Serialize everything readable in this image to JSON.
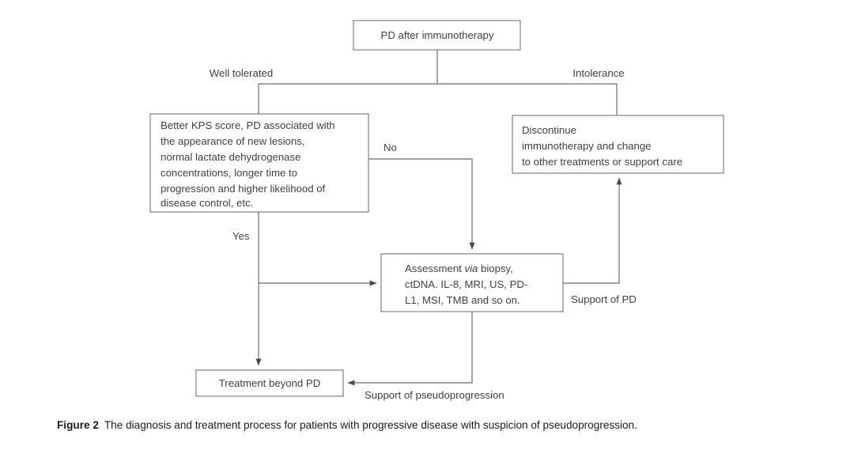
{
  "figure": {
    "caption_label": "Figure 2",
    "caption_text": "The diagnosis and treatment process for patients with progressive disease with suspicion of pseudoprogression.",
    "line_color": "#6b6b6b",
    "box_border_color": "#808080",
    "text_color": "#404040",
    "background": "#ffffff"
  },
  "diagram": {
    "type": "flowchart",
    "nodes": {
      "root": {
        "id": "pd-after-immunotherapy",
        "label": "PD after immunotherapy",
        "lines": [
          "PD after immunotherapy"
        ]
      },
      "criteria": {
        "id": "criteria-box",
        "lines": [
          "Better KPS score, PD associated with",
          "the appearance of new lesions,",
          "normal lactate dehydrogenase",
          "concentrations, longer time to",
          "progression and higher likelihood of",
          "disease control, etc."
        ]
      },
      "discontinue": {
        "id": "discontinue-box",
        "lines": [
          "Discontinue",
          "immunotherapy and change",
          "to other treatments or support care"
        ]
      },
      "assessment": {
        "id": "assessment-box",
        "lines": [
          "Assessment via biopsy,",
          "ctDNA. IL-8, MRI, US, PD-",
          "L1, MSI, TMB and so on."
        ],
        "line1_pre": "Assessment ",
        "line1_italic": "via",
        "line1_post": " biopsy,",
        "line2": "ctDNA. IL-8, MRI, US, PD-",
        "line3": "L1, MSI, TMB and so on."
      },
      "treatment": {
        "id": "treatment-beyond-pd",
        "label": "Treatment beyond PD"
      }
    },
    "edges": [
      {
        "id": "edge-well-tolerated",
        "label": "Well tolerated",
        "from": "root",
        "to": "criteria"
      },
      {
        "id": "edge-intolerance",
        "label": "Intolerance",
        "from": "root",
        "to": "discontinue"
      },
      {
        "id": "edge-no",
        "label": "No",
        "from": "criteria",
        "to": "assessment"
      },
      {
        "id": "edge-yes",
        "label": "Yes",
        "from": "criteria",
        "to": "treatment"
      },
      {
        "id": "edge-criteria-met",
        "label": "",
        "from": "criteria",
        "to": "assessment"
      },
      {
        "id": "edge-support-of-pd",
        "label": "Support of PD",
        "from": "assessment",
        "to": "discontinue"
      },
      {
        "id": "edge-support-of-pseudoprogression",
        "label": "Support of pseudoprogression",
        "from": "assessment",
        "to": "treatment"
      }
    ],
    "edge_labels": {
      "well_tolerated": "Well tolerated",
      "intolerance": "Intolerance",
      "no": "No",
      "yes": "Yes",
      "support_of_pd": "Support of PD",
      "support_of_pseudoprogression": "Support of pseudoprogression"
    }
  }
}
